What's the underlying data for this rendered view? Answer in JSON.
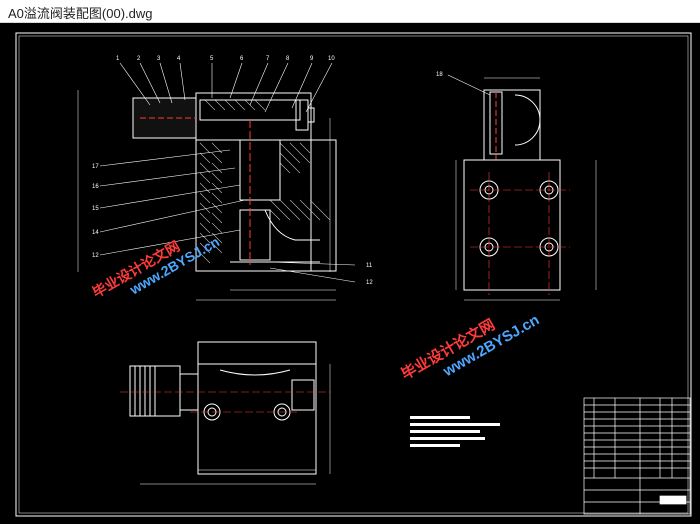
{
  "window": {
    "title": "A0溢流阀装配图(00).dwg"
  },
  "drawing": {
    "background": "#000000",
    "line_color": "#ffffff",
    "accent_red": "#ff3b3b",
    "accent_blue": "#4da6ff",
    "part_labels": [
      "1",
      "2",
      "3",
      "4",
      "5",
      "6",
      "7",
      "8",
      "9",
      "10",
      "11",
      "12",
      "12",
      "14",
      "15",
      "16",
      "17",
      "18"
    ],
    "watermark_cn": "毕业设计论文网",
    "watermark_url": "www.2BYSJ.cn"
  }
}
